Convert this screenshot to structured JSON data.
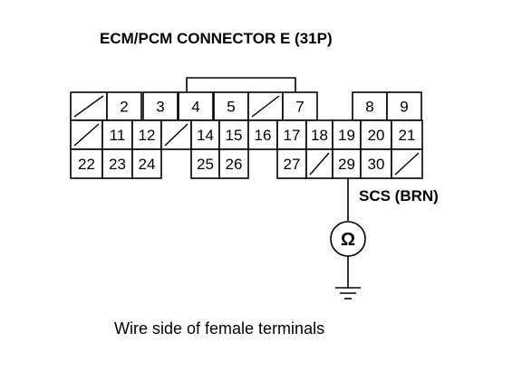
{
  "title": "ECM/PCM CONNECTOR E (31P)",
  "wire_label": "SCS (BRN)",
  "meter_symbol": "Ω",
  "caption": "Wire side of female terminals",
  "connector": {
    "rows": [
      [
        "",
        "2",
        "3",
        "4",
        "5",
        "",
        "7",
        null,
        "8",
        "9"
      ],
      [
        "",
        "11",
        "12",
        "",
        "14",
        "15",
        "16",
        "17",
        "18",
        "19",
        "20",
        "21"
      ],
      [
        "22",
        "23",
        "24",
        null,
        "25",
        "26",
        null,
        "27",
        "",
        "29",
        "30",
        ""
      ]
    ]
  }
}
